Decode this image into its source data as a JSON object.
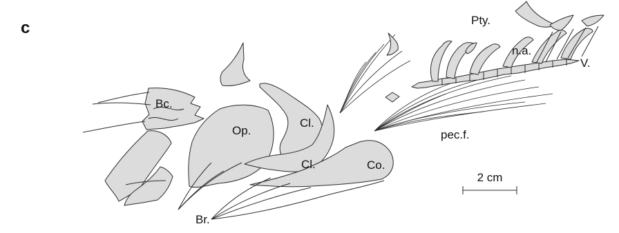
{
  "figure": {
    "panel_letter": "c",
    "labels": {
      "pty": "Pty.",
      "na": "n.a.",
      "v": "V.",
      "bc": "Bc.",
      "op": "Op.",
      "cl_upper": "Cl.",
      "cl_lower": "Cl.",
      "co": "Co.",
      "pecf": "pec.f.",
      "br": "Br."
    },
    "scale_bar": {
      "label": "2 cm"
    }
  }
}
